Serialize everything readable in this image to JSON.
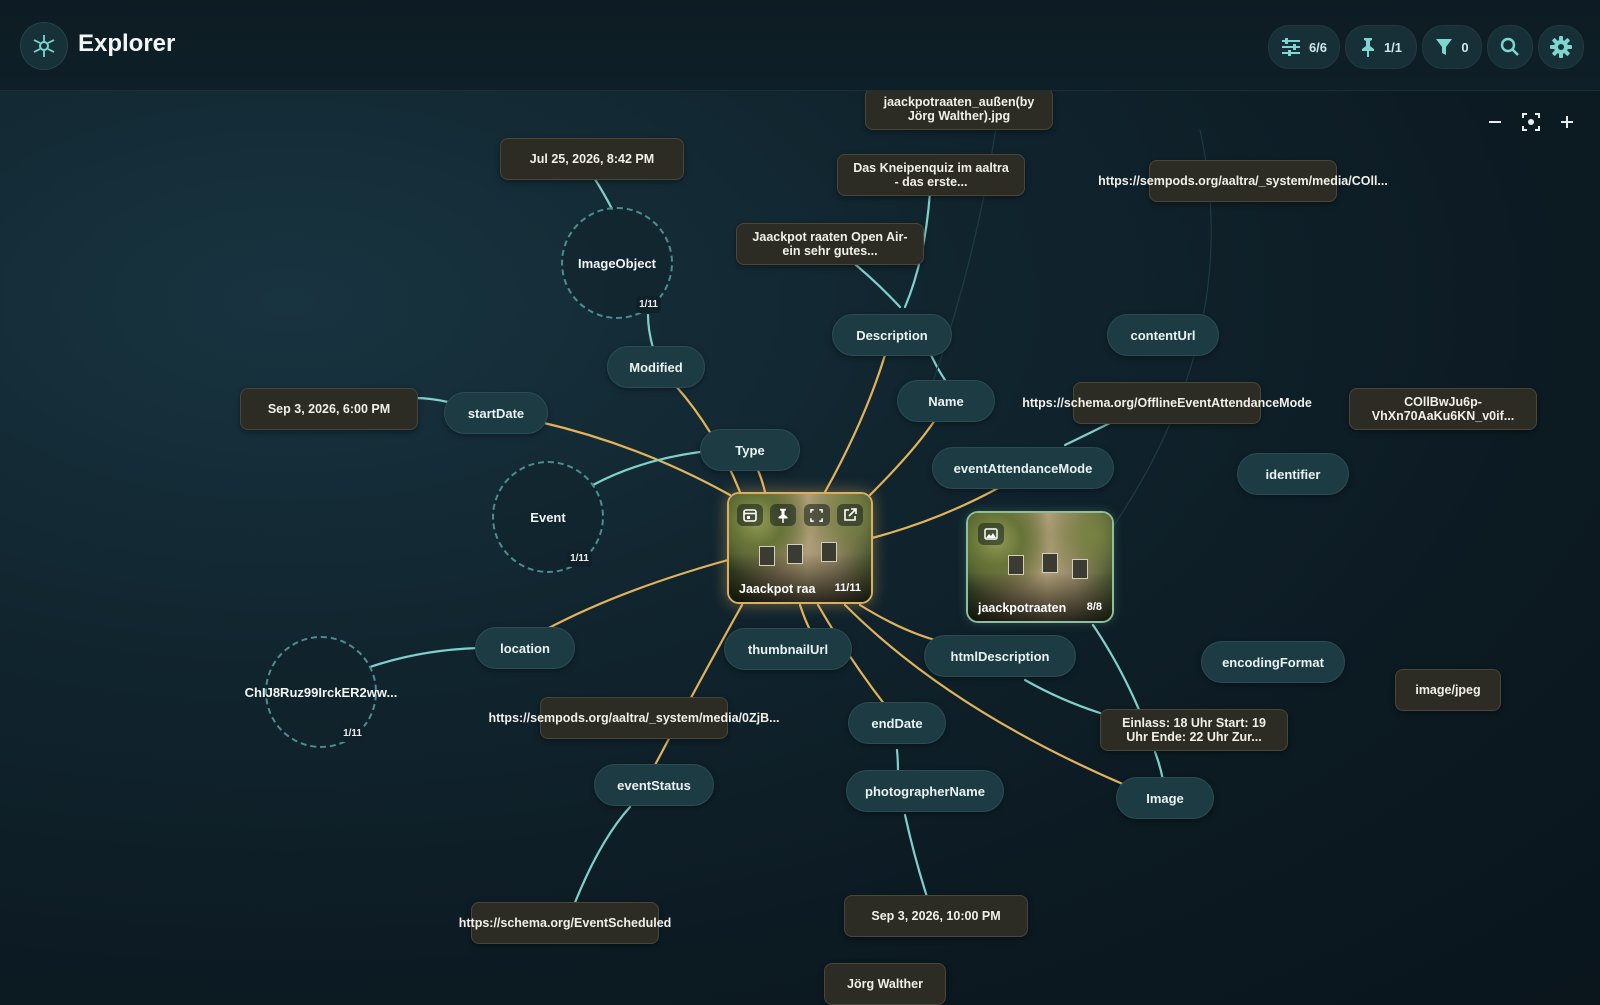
{
  "app": {
    "title": "Explorer"
  },
  "toolbar": {
    "properties_count": "6/6",
    "pinned_count": "1/1",
    "filter_count": "0"
  },
  "nodes": {
    "fileName": "jaackpotraaten_außen(by Jörg Walther).jpg",
    "dateModified": "Jul 25, 2026, 8:42 PM",
    "kneipenquiz": "Das Kneipenquiz im aaltra - das erste...",
    "openAir": "Jaackpot raaten Open Air- ein sehr gutes...",
    "mediaUrl1": "https://sempods.org/aaltra/_system/media/COll...",
    "imageObject": "ImageObject",
    "imageObjectBadge": "1/11",
    "description": "Description",
    "contentUrl": "contentUrl",
    "modified": "Modified",
    "startDateVal": "Sep 3, 2026, 6:00 PM",
    "startDate": "startDate",
    "name": "Name",
    "offlineMode": "https://schema.org/OfflineEventAttendanceMode",
    "identifierVal": "COllBwJu6p-VhXn70AaKu6KN_v0if...",
    "type": "Type",
    "eventAttendanceMode": "eventAttendanceMode",
    "identifier": "identifier",
    "event": "Event",
    "eventBadge": "1/11",
    "location": "location",
    "locationId": "ChIJ8Ruz99IrckER2ww...",
    "locationBadge": "1/11",
    "thumbnailUrl": "thumbnailUrl",
    "htmlDescription": "htmlDescription",
    "encodingFormat": "encodingFormat",
    "imageJpeg": "image/jpeg",
    "mediaUrl2": "https://sempods.org/aaltra/_system/media/0ZjB...",
    "endDate": "endDate",
    "einlass": "Einlass: 18 Uhr Start: 19 Uhr Ende: 22 Uhr Zur...",
    "eventStatus": "eventStatus",
    "photographerName": "photographerName",
    "image": "Image",
    "scheduled": "https://schema.org/EventScheduled",
    "endDateVal": "Sep 3, 2026, 10:00 PM",
    "photographer": "Jörg Walther"
  },
  "cards": {
    "main_label": "Jaackpot raa",
    "main_badge": "11/11",
    "image_label": "jaackpotraaten",
    "image_badge": "8/8"
  },
  "colors": {
    "accent": "#7fd6d0",
    "edge_gold": "#e2b35a",
    "edge_teal": "#7fd0cb"
  },
  "icons": [
    "hub-logo-icon",
    "properties-icon",
    "pin-icon",
    "filter-icon",
    "search-icon",
    "gear-icon",
    "zoom-out-icon",
    "fit-view-icon",
    "zoom-in-icon",
    "calendar-icon",
    "expand-icon",
    "open-external-icon",
    "image-icon"
  ]
}
